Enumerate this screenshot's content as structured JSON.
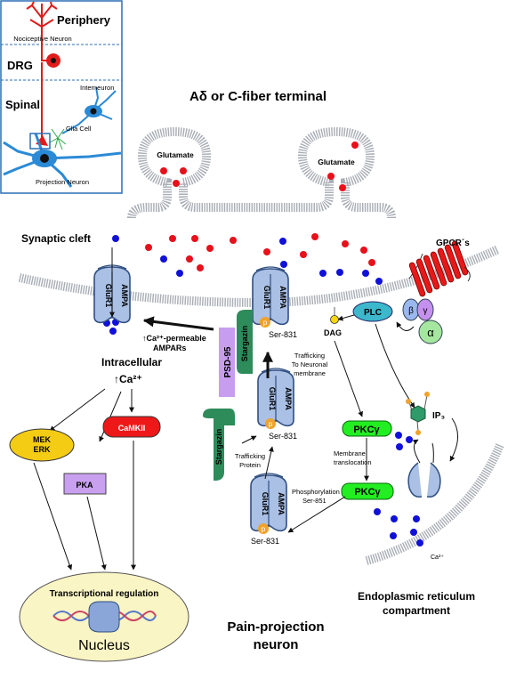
{
  "inset": {
    "periphery": "Periphery",
    "nociceptive_neuron": "Nociceptive Neuron",
    "drg": "DRG",
    "spinal": "Spinal",
    "interneuron": "Interneuron",
    "glia_cell": "Glia Cell",
    "projection_neuron": "Projection Neuron"
  },
  "titles": {
    "terminal": "Aδ or C-fiber terminal",
    "glutamate_left": "Glutamate",
    "glutamate_right": "Glutamate",
    "synaptic_cleft": "Synaptic cleft",
    "pain_projection_line1": "Pain-projection",
    "pain_projection_line2": "neuron"
  },
  "receptors": {
    "glur1": "GluR1",
    "ampa": "AMPA",
    "phospho": "p",
    "ser831": "Ser-831",
    "stargazin": "Stargazin",
    "psd95": "PSD-95"
  },
  "labels": {
    "ca_permeable_line1": "↑Ca²⁺-permeable",
    "ca_permeable_line2": "AMPARs",
    "intracellular": "Intracellular",
    "ca_up": "↑Ca²⁺",
    "trafficking_neuronal_line1": "Trafficking",
    "trafficking_neuronal_line2": "To Neuronal",
    "trafficking_neuronal_line3": "membrane",
    "trafficking_protein_line1": "Trafficking",
    "trafficking_protein_line2": "Protein",
    "membrane_translocation_line1": "Membrane",
    "membrane_translocation_line2": "translocation",
    "phosphorylation_line1": "Phosphorylation",
    "phosphorylation_line2": "Ser-851",
    "dag": "DAG",
    "plc": "PLC",
    "gpcrs": "GPCR´s",
    "beta": "β",
    "gamma": "γ",
    "alpha": "α",
    "pkcg": "PKCγ",
    "ip3": "IP₃",
    "ca2": "Ca²⁺",
    "er_line1": "Endoplasmic reticulum",
    "er_line2": "compartment",
    "mek": "MEK",
    "erk": "ERK",
    "pka": "PKA",
    "camkii": "CaMKII",
    "transcriptional": "Transcriptional regulation",
    "nucleus": "Nucleus"
  },
  "colors": {
    "glutamate_dot": "#e8101a",
    "calcium_dot": "#1010d8",
    "membrane": "#a9aeb6",
    "ampa_fill": "#aac0e4",
    "ampa_stroke": "#2f4f82",
    "phospho": "#f0a22a",
    "stargazin": "#2e8b5a",
    "psd95": "#c79df0",
    "plc": "#3cb8cc",
    "pkc": "#22ee22",
    "mek": "#f5cc14",
    "pka": "#c9a0f0",
    "camkii": "#ee1818",
    "gpcr": "#e81818",
    "ip3": "#2f9a6a",
    "nucleus": "#faf5c4"
  }
}
